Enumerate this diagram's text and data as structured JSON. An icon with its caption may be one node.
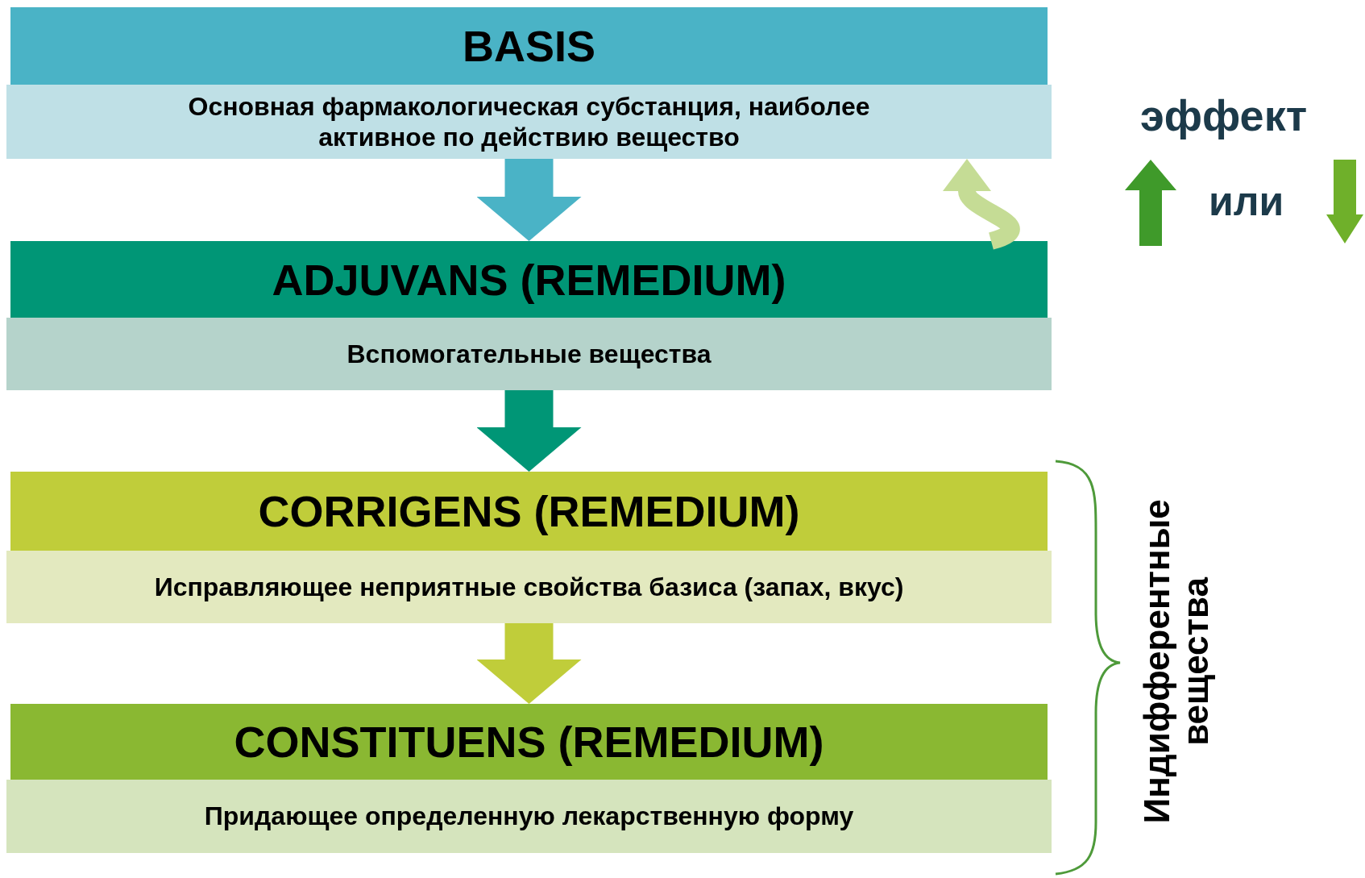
{
  "diagram": {
    "nodes": [
      {
        "text": [
          "BASIS"
        ]
      },
      {
        "text": [
          "Основная фармакологическая субстанция, наиболее активное по действию вещество"
        ]
      },
      {
        "text": [
          "ADJUVANS (REMEDIUM)"
        ]
      },
      {
        "text": [
          "Вспомогательные вещества"
        ]
      },
      {
        "text": [
          "CORRIGENS (REMEDIUM)"
        ]
      },
      {
        "text": [
          "Исправляющее неприятные свойства базиса (запах, вкус)"
        ]
      },
      {
        "text": [
          "CONSTITUENS (REMEDIUM)"
        ]
      },
      {
        "text": [
          "Придающее определенную лекарственную форму"
        ]
      }
    ],
    "edges": [
      {
        "from": 1,
        "to": 2,
        "arrow": "to",
        "color": "#4ab3c6"
      },
      {
        "from": 3,
        "to": 4,
        "arrow": "to",
        "color": "#009676"
      },
      {
        "from": 5,
        "to": 6,
        "arrow": "to",
        "color": "#c0cd3a"
      },
      {
        "from": 2,
        "to": 1,
        "arrow": "to",
        "color": "#c5dc95"
      }
    ],
    "labels": [
      "эффект",
      "или",
      "Индифферентные вещества"
    ]
  }
}
